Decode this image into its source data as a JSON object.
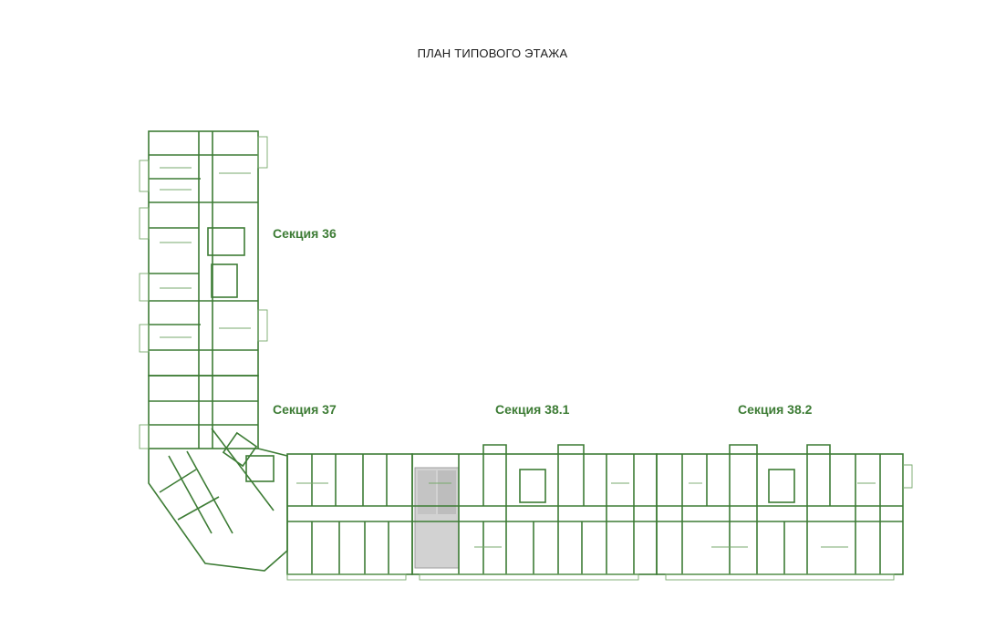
{
  "page": {
    "title": "ПЛАН ТИПОВОГО ЭТАЖА"
  },
  "colors": {
    "wall": "#3d7c35",
    "partition": "#77aa6c",
    "highlight": "#cfcfcf",
    "label": "#3d7c35"
  },
  "sections": [
    {
      "id": "36",
      "label": "Секция 36"
    },
    {
      "id": "37",
      "label": "Секция 37"
    },
    {
      "id": "38_1",
      "label": "Секция 38.1"
    },
    {
      "id": "38_2",
      "label": "Секция 38.2"
    }
  ]
}
